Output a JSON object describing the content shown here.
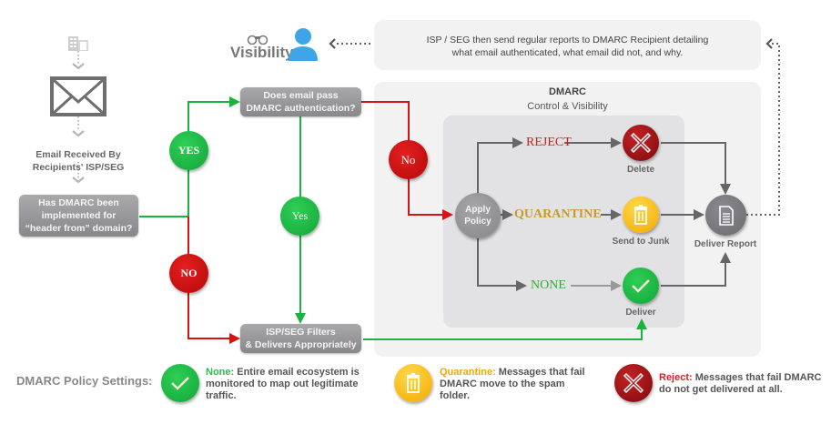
{
  "visibility": {
    "label": "Visibility",
    "icons": [
      "binoculars-icon",
      "user-icon"
    ]
  },
  "report_note": {
    "text_line1": "ISP / SEG then send regular reports to DMARC Recipient detailing",
    "text_line2": "what email authenticated, what email did not, and why."
  },
  "left_column": {
    "source_icon": "building-icon",
    "envelope_icon": "envelope-icon",
    "received_line1": "Email Received By",
    "received_line2": "Recipients' ISP/SEG",
    "question_line1": "Has DMARC been",
    "question_line2": "implemented for",
    "question_line3": "“header from” domain?"
  },
  "decisions": {
    "yes_upper": "YES",
    "no_upper": "NO",
    "yes_lower": "Yes",
    "no_lower": "No"
  },
  "auth_question": {
    "line1": "Does email pass",
    "line2": "DMARC authentication?"
  },
  "isp_filter": {
    "line1": "ISP/SEG Filters",
    "line2": "& Delivers Appropriately"
  },
  "dmarc_panel": {
    "title": "DMARC",
    "subtitle": "Control & Visibility"
  },
  "apply_policy": {
    "line1": "Apply",
    "line2": "Policy"
  },
  "policies": [
    {
      "name": "REJECT",
      "action": "Delete",
      "color": "#d91a1a"
    },
    {
      "name": "QUARANTINE",
      "action": "Send to Junk",
      "color": "#c9992a"
    },
    {
      "name": "NONE",
      "action": "Deliver",
      "color": "#3aaa35"
    }
  ],
  "deliver_report": {
    "label": "Deliver Report"
  },
  "legend": {
    "title": "DMARC Policy Settings:",
    "items": [
      {
        "key": "None:",
        "text": " Entire email ecosystem is monitored to map out legitimate traffic.",
        "color": "#2db84d"
      },
      {
        "key": "Quarantine:",
        "text": " Messages that fail DMARC move to the spam folder.",
        "color": "#f0a800"
      },
      {
        "key": "Reject:",
        "text": " Messages that fail DMARC do not get delivered at all.",
        "color": "#d6202a"
      }
    ]
  }
}
